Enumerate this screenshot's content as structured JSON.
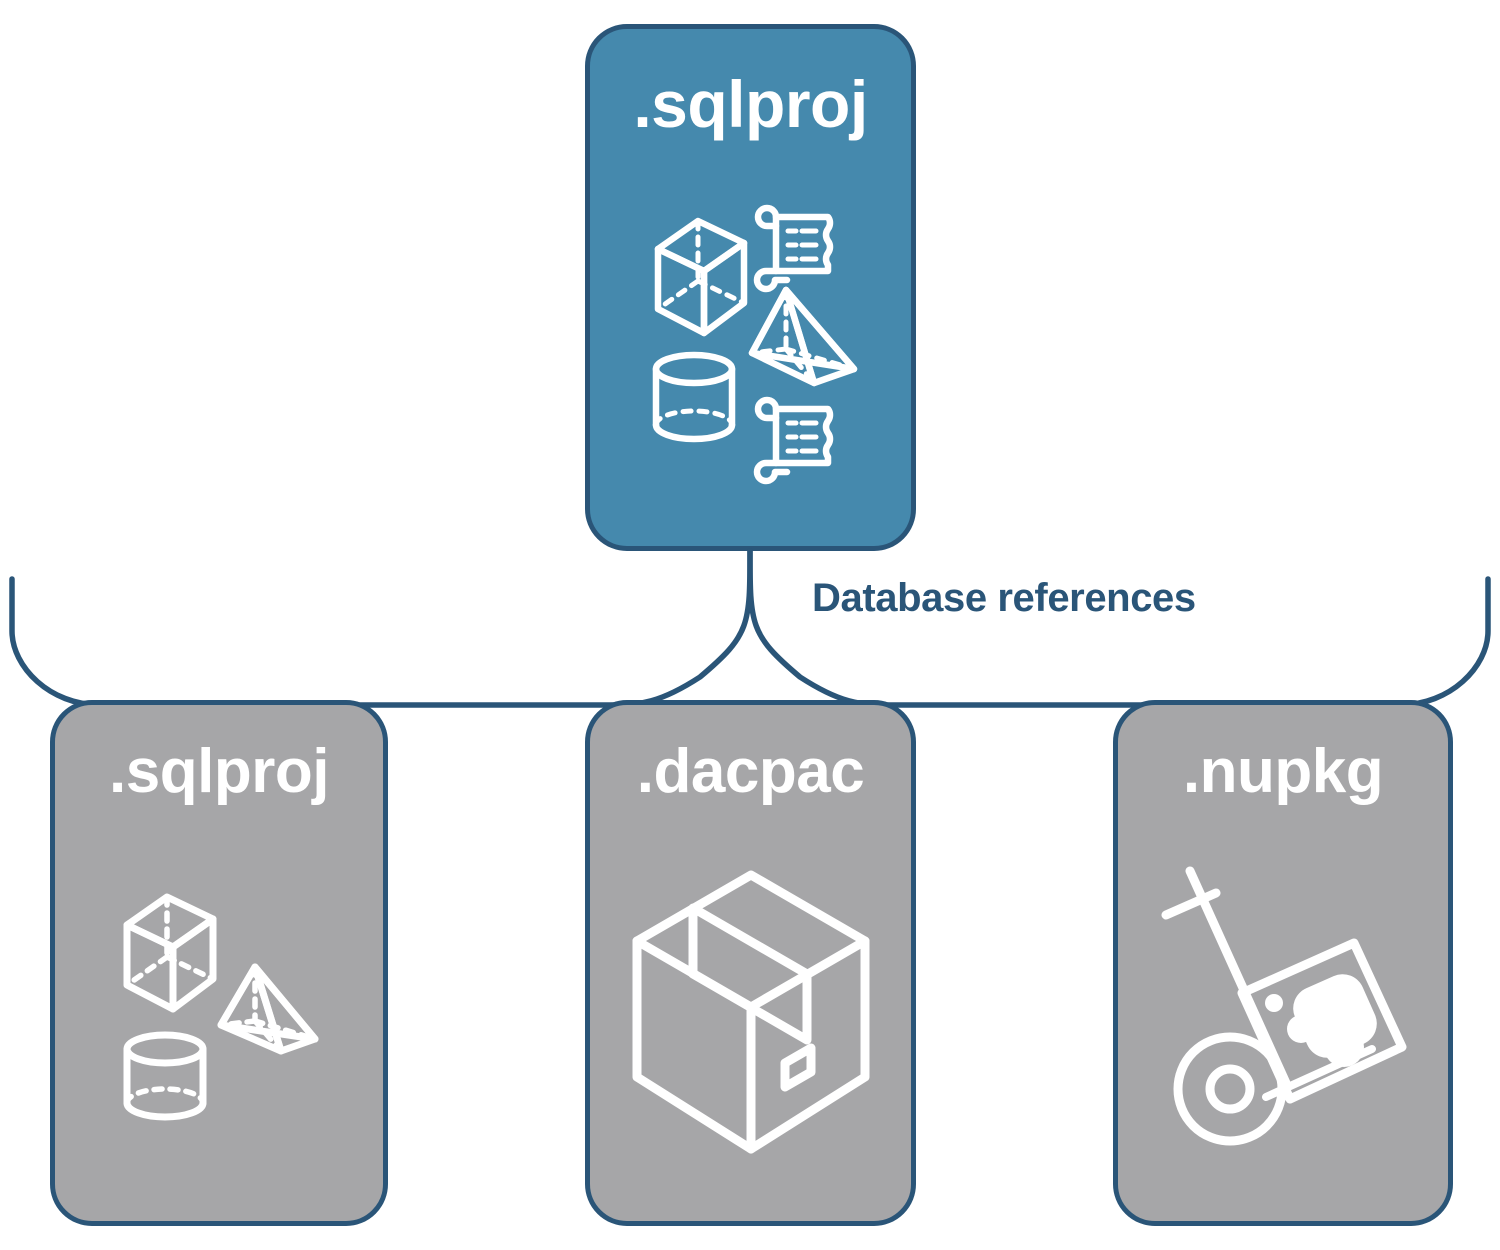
{
  "diagram": {
    "title": "Database references",
    "background_color": "#ffffff",
    "stroke_color": "#2a5578",
    "accent_color": "#4589ad",
    "muted_color": "#a6a6a8",
    "icon_color": "#ffffff"
  },
  "root_node": {
    "label": ".sqlproj",
    "fill_color": "#4589ad",
    "icons": [
      "cube-wireframe-icon",
      "scroll-icon",
      "pyramid-wireframe-icon",
      "cylinder-wireframe-icon",
      "scroll-icon"
    ]
  },
  "connector": {
    "label": "Database references",
    "label_color": "#2a5578",
    "style": "curly-brace"
  },
  "reference_nodes": [
    {
      "label": ".sqlproj",
      "fill_color": "#a6a6a8",
      "icons": [
        "cube-wireframe-icon",
        "pyramid-wireframe-icon",
        "cylinder-wireframe-icon"
      ]
    },
    {
      "label": ".dacpac",
      "fill_color": "#a6a6a8",
      "icons": [
        "package-box-icon"
      ]
    },
    {
      "label": ".nupkg",
      "fill_color": "#a6a6a8",
      "icons": [
        "hand-truck-package-icon"
      ]
    }
  ]
}
